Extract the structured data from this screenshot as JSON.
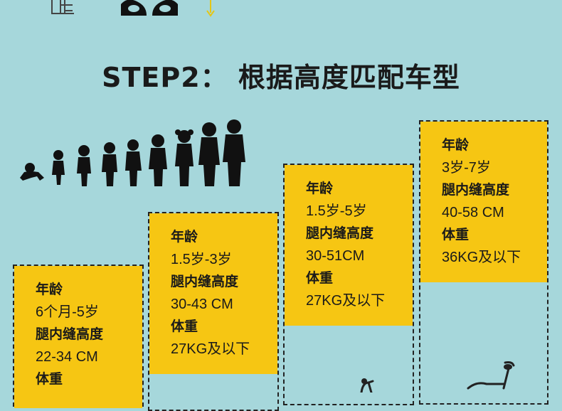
{
  "title": "STEP2： 根据高度匹配车型",
  "colors": {
    "background": "#a6d7db",
    "card": "#f6c613",
    "text": "#1a1a1a"
  },
  "steps": [
    {
      "age_label": "年龄",
      "age_value": "6个月-5岁",
      "inseam_label": "腿内缝高度",
      "inseam_value": "22-34 CM",
      "weight_label": "体重"
    },
    {
      "age_label": "年龄",
      "age_value": "1.5岁-3岁",
      "inseam_label": "腿内缝高度",
      "inseam_value": "30-43 CM",
      "weight_label": "体重",
      "weight_value": "27KG及以下"
    },
    {
      "age_label": "年龄",
      "age_value": "1.5岁-5岁",
      "inseam_label": "腿内缝高度",
      "inseam_value": "30-51CM",
      "weight_label": "体重",
      "weight_value": "27KG及以下"
    },
    {
      "age_label": "年龄",
      "age_value": "3岁-7岁",
      "inseam_label": "腿内缝高度",
      "inseam_value": "40-58 CM",
      "weight_label": "体重",
      "weight_value": "36KG及以下"
    }
  ],
  "icons": {
    "ruler": "height-ruler-icon",
    "feet": "feet-icon",
    "arrow": "height-arrow-icon",
    "kids": "children-growth-silhouettes",
    "bike_small": "balance-bike-icon",
    "bike_large": "kick-scooter-icon"
  }
}
